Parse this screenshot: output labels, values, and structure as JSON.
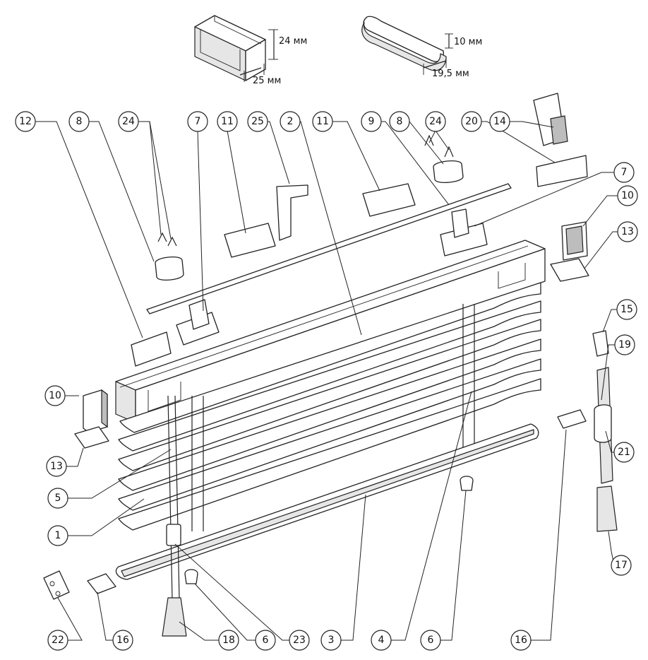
{
  "dimensions": {
    "cornice_height": "24 мм",
    "cornice_width": "25 мм",
    "bottom_rail_height": "10 мм",
    "bottom_rail_width": "19,5 мм"
  },
  "callouts": [
    {
      "id": "c12",
      "label": "12"
    },
    {
      "id": "c8a",
      "label": "8"
    },
    {
      "id": "c24a",
      "label": "24"
    },
    {
      "id": "c7a",
      "label": "7"
    },
    {
      "id": "c11a",
      "label": "11"
    },
    {
      "id": "c25",
      "label": "25"
    },
    {
      "id": "c2",
      "label": "2"
    },
    {
      "id": "c11b",
      "label": "11"
    },
    {
      "id": "c9",
      "label": "9"
    },
    {
      "id": "c8b",
      "label": "8"
    },
    {
      "id": "c24b",
      "label": "24"
    },
    {
      "id": "c20",
      "label": "20"
    },
    {
      "id": "c14",
      "label": "14"
    },
    {
      "id": "c7b",
      "label": "7"
    },
    {
      "id": "c10a",
      "label": "10"
    },
    {
      "id": "c13a",
      "label": "13"
    },
    {
      "id": "c15",
      "label": "15"
    },
    {
      "id": "c19",
      "label": "19"
    },
    {
      "id": "c21",
      "label": "21"
    },
    {
      "id": "c17",
      "label": "17"
    },
    {
      "id": "c10b",
      "label": "10"
    },
    {
      "id": "c13b",
      "label": "13"
    },
    {
      "id": "c5",
      "label": "5"
    },
    {
      "id": "c1",
      "label": "1"
    },
    {
      "id": "c22",
      "label": "22"
    },
    {
      "id": "c16a",
      "label": "16"
    },
    {
      "id": "c18",
      "label": "18"
    },
    {
      "id": "c6a",
      "label": "6"
    },
    {
      "id": "c23",
      "label": "23"
    },
    {
      "id": "c3",
      "label": "3"
    },
    {
      "id": "c4",
      "label": "4"
    },
    {
      "id": "c6b",
      "label": "6"
    },
    {
      "id": "c16b",
      "label": "16"
    }
  ]
}
